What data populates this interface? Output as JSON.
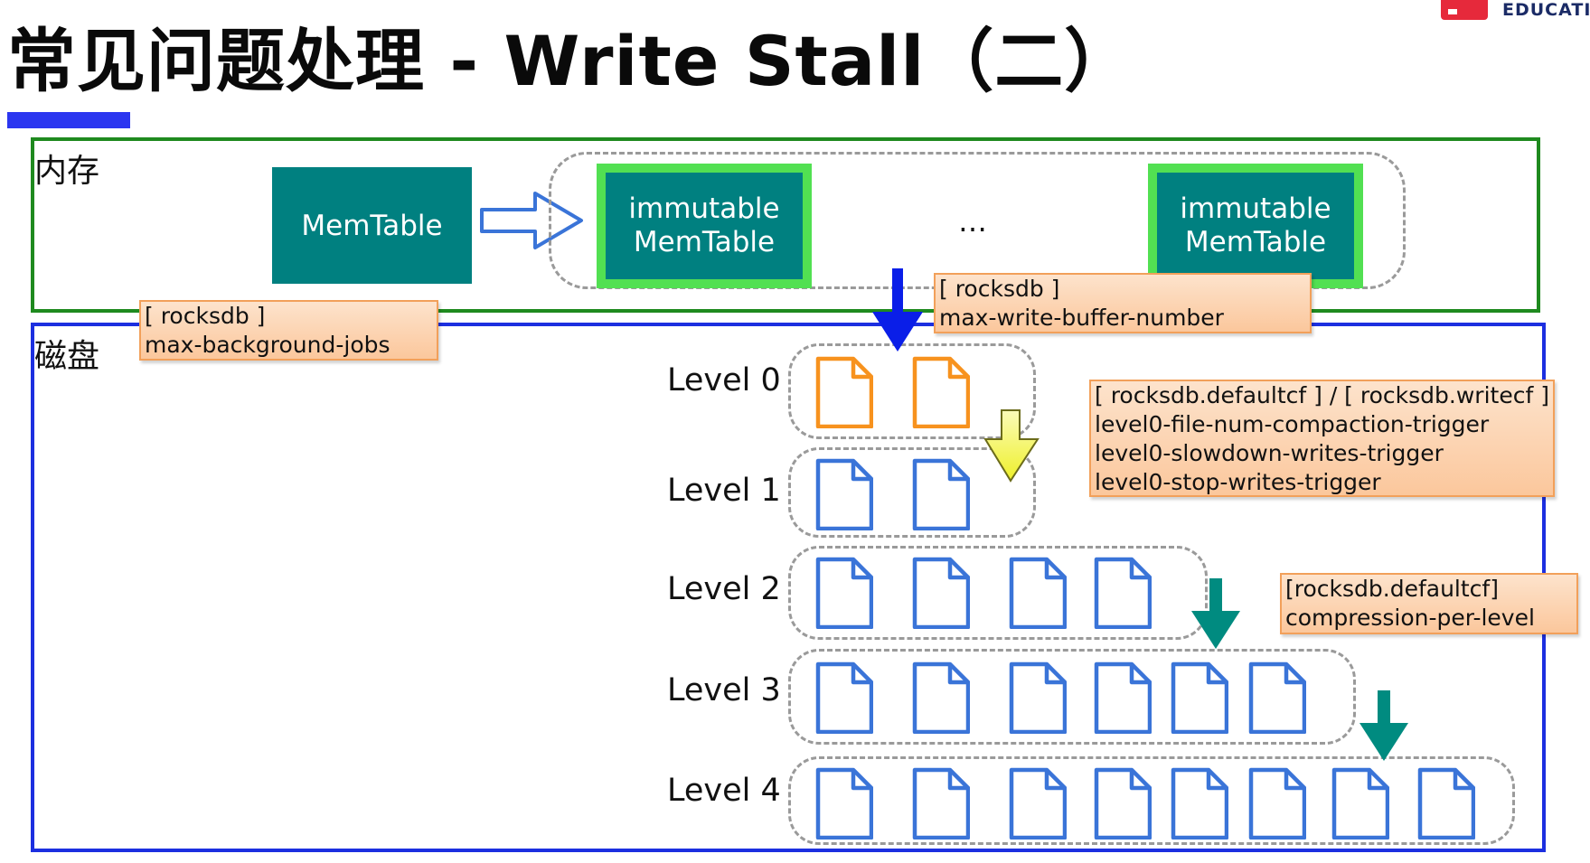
{
  "title": "常见问题处理 - Write Stall（二）",
  "logo_text": "EDUCATIO",
  "memory": {
    "label": "内存",
    "memtable": "MemTable",
    "immutable_1": [
      "immutable",
      "MemTable"
    ],
    "ellipsis": "…",
    "immutable_2": [
      "immutable",
      "MemTable"
    ]
  },
  "disk": {
    "label": "磁盘",
    "levels": [
      "Level 0",
      "Level 1",
      "Level 2",
      "Level 3",
      "Level 4"
    ],
    "file_counts": [
      2,
      2,
      4,
      6,
      8
    ]
  },
  "notes": {
    "background_jobs": [
      "[ rocksdb ]",
      "max-background-jobs"
    ],
    "write_buffer": [
      "[ rocksdb ]",
      "max-write-buffer-number"
    ],
    "level0": [
      "[ rocksdb.defaultcf ] / [ rocksdb.writecf ]",
      "level0-file-num-compaction-trigger",
      "level0-slowdown-writes-trigger",
      "level0-stop-writes-trigger"
    ],
    "compression": [
      "[rocksdb.defaultcf]",
      "compression-per-level"
    ]
  },
  "colors": {
    "teal": "#008080",
    "immutable_border": "#52e052",
    "memory_border": "#1f8a1f",
    "disk_border": "#1c2fe0",
    "level0_file": "#f7921e",
    "file": "#3a74d8",
    "flush_arrow": "#0a1ee8",
    "compaction_arrow": "#f2f25a",
    "teal_arrow": "#008b80"
  }
}
